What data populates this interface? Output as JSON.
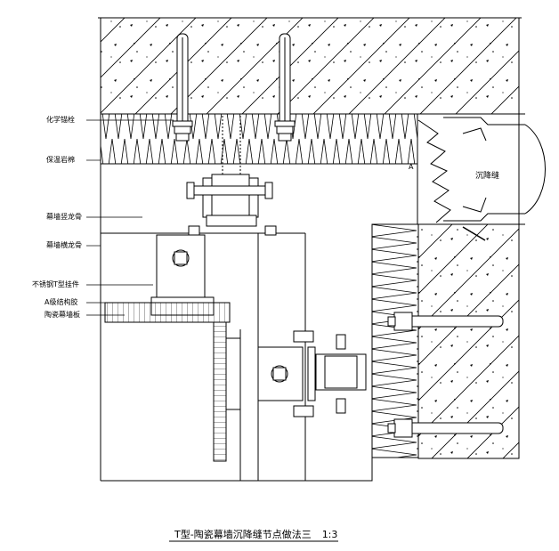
{
  "labels": {
    "anchor_bolt": "化学锚栓",
    "insulation": "保温岩棉",
    "main_keel": "幕墙竖龙骨",
    "sub_keel": "幕墙横龙骨",
    "pendant": "不锈钢T型挂件",
    "adhesive": "A级结构胶",
    "ceramic_panel": "陶瓷幕墙板",
    "settlement_joint": "沉降缝",
    "mark_a": "A"
  },
  "caption": {
    "title": "T型-陶瓷幕墙沉降缝节点做法三",
    "scale": "1:3"
  }
}
